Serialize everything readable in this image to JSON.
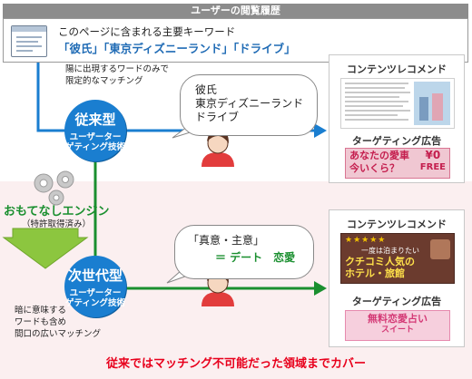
{
  "history": {
    "title": "ユーザーの閲覧履歴",
    "keyword_label": "このページに含まれる主要キーワード",
    "keywords": "「彼氏」「東京ディズニーランド」「ドライブ」"
  },
  "legacy": {
    "note_line1": "陽に出現するワードのみで",
    "note_line2": "限定的なマッチング",
    "circle_title": "従来型",
    "circle_sub1": "ユーザーター",
    "circle_sub2": "ゲティング技術",
    "bubble_line1": "彼氏",
    "bubble_line2": "東京ディズニーランド",
    "bubble_line3": "ドライブ"
  },
  "engine": {
    "name": "おもてなしエンジン",
    "patent": "（特許取得済み）"
  },
  "next_gen": {
    "circle_title": "次世代型",
    "circle_sub1": "ユーザーター",
    "circle_sub2": "ゲティング技術",
    "note_line1": "暗に意味する",
    "note_line2": "ワードも含め",
    "note_line3": "間口の広いマッチング",
    "bubble_line1": "「真意・主意」",
    "bubble_line2": "＝ デート　恋愛"
  },
  "panel_top": {
    "heading": "コンテンツレコメンド",
    "ad_heading": "ターゲティング広告",
    "ad_line1": "あなたの愛車",
    "ad_line2": "今いくら？",
    "ad_price": "¥0",
    "ad_free": "FREE"
  },
  "panel_bot": {
    "heading": "コンテンツレコメンド",
    "rec_small": "一度は泊まりたい",
    "rec_big1": "クチコミ人気の",
    "rec_big2": "ホテル・旅館",
    "ad_heading": "ターゲティング広告",
    "ad_text1": "無料恋愛占い",
    "ad_text2": "スイート"
  },
  "footer": "従来ではマッチング不可能だった領域までカバー",
  "colors": {
    "blue": "#1a7ed0",
    "green": "#1a8f2f",
    "red": "#e8001c",
    "band": "#fbeff0"
  }
}
